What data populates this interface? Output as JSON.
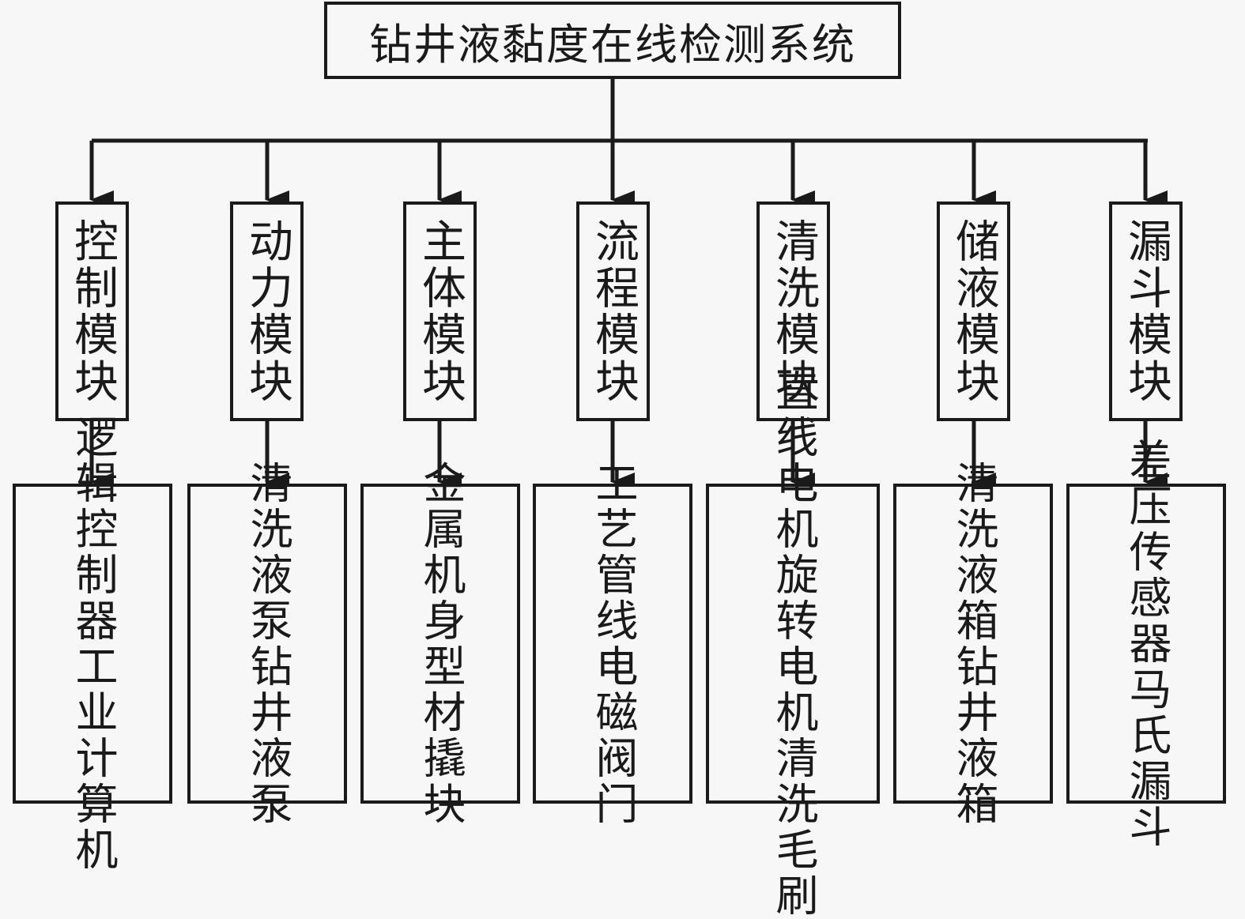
{
  "title": "钻井液黏度在线检测系统",
  "modules": [
    {
      "label": "控制模块",
      "items": [
        "逻辑控制器",
        "工业计算机"
      ]
    },
    {
      "label": "动力模块",
      "items": [
        "清洗液泵",
        "钻井液泵"
      ]
    },
    {
      "label": "主体模块",
      "items": [
        "金属机身",
        "型材撬块"
      ]
    },
    {
      "label": "流程模块",
      "items": [
        "工艺管线",
        "电磁阀门"
      ]
    },
    {
      "label": "清洗模块",
      "items": [
        "直线电机",
        "旋转电机",
        "清洗毛刷"
      ]
    },
    {
      "label": "储液模块",
      "items": [
        "清洗液箱",
        "钻井液箱"
      ]
    },
    {
      "label": "漏斗模块",
      "items": [
        "差压传感器",
        "马氏漏斗"
      ]
    }
  ],
  "colors": {
    "line": "#1a1a1a",
    "background": "#f7f7f7"
  }
}
